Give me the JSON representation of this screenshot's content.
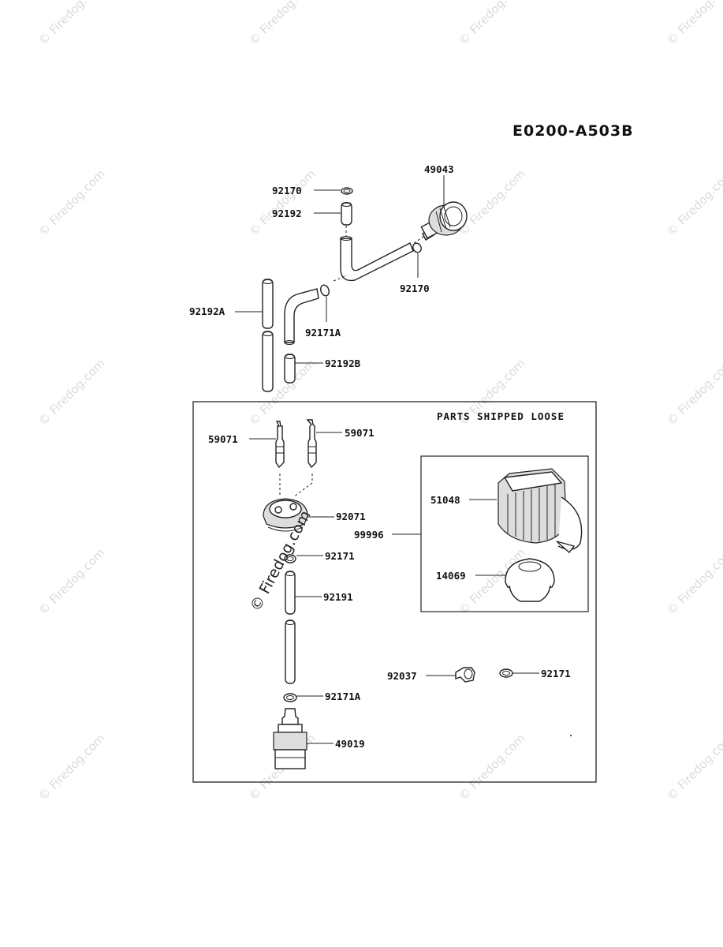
{
  "diagram_code": "E0200-A503B",
  "box_note": "PARTS SHIPPED LOOSE",
  "watermark": "© Firedog.com",
  "labels": {
    "p92170_top": "92170",
    "p49043": "49043",
    "p92192": "92192",
    "p92170_mid": "92170",
    "p92192A": "92192A",
    "p92171A_top": "92171A",
    "p92192B": "92192B",
    "p59071_left": "59071",
    "p59071_right": "59071",
    "p92071": "92071",
    "p99996": "99996",
    "p51048": "51048",
    "p14069": "14069",
    "p92171_mid": "92171",
    "p92191": "92191",
    "p92037": "92037",
    "p92171_right": "92171",
    "p92171A_bot": "92171A",
    "p49019": "49019"
  }
}
